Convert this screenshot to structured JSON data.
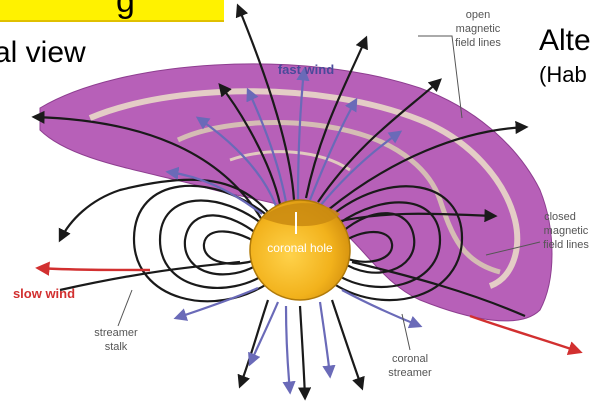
{
  "slide": {
    "banner_text": "g",
    "heading_left": "al view",
    "heading_right": "Alte",
    "subheading_right": "(Hab"
  },
  "diagram": {
    "labels": {
      "open_field_lines": [
        "open",
        "magnetic",
        "field lines"
      ],
      "fast_wind": "fast wind",
      "closed_field_lines": [
        "closed",
        "magnetic",
        "field lines"
      ],
      "coronal_hole": "coronal hole",
      "slow_wind": "slow wind",
      "streamer_stalk": [
        "streamer",
        "stalk"
      ],
      "coronal_streamer": [
        "coronal",
        "streamer"
      ]
    },
    "colors": {
      "banner": "#fff200",
      "sun": "#f2b21c",
      "sun_shade": "#c98a10",
      "heliospheric_sheet": "#b760b8",
      "fast_wind_arrows": "#6a6ab8",
      "slow_wind_arrows": "#d23030",
      "field_lines": "#1a1a1a",
      "slow_wind_text": "#d23030",
      "fast_wind_text": "#4a4a9a"
    }
  }
}
